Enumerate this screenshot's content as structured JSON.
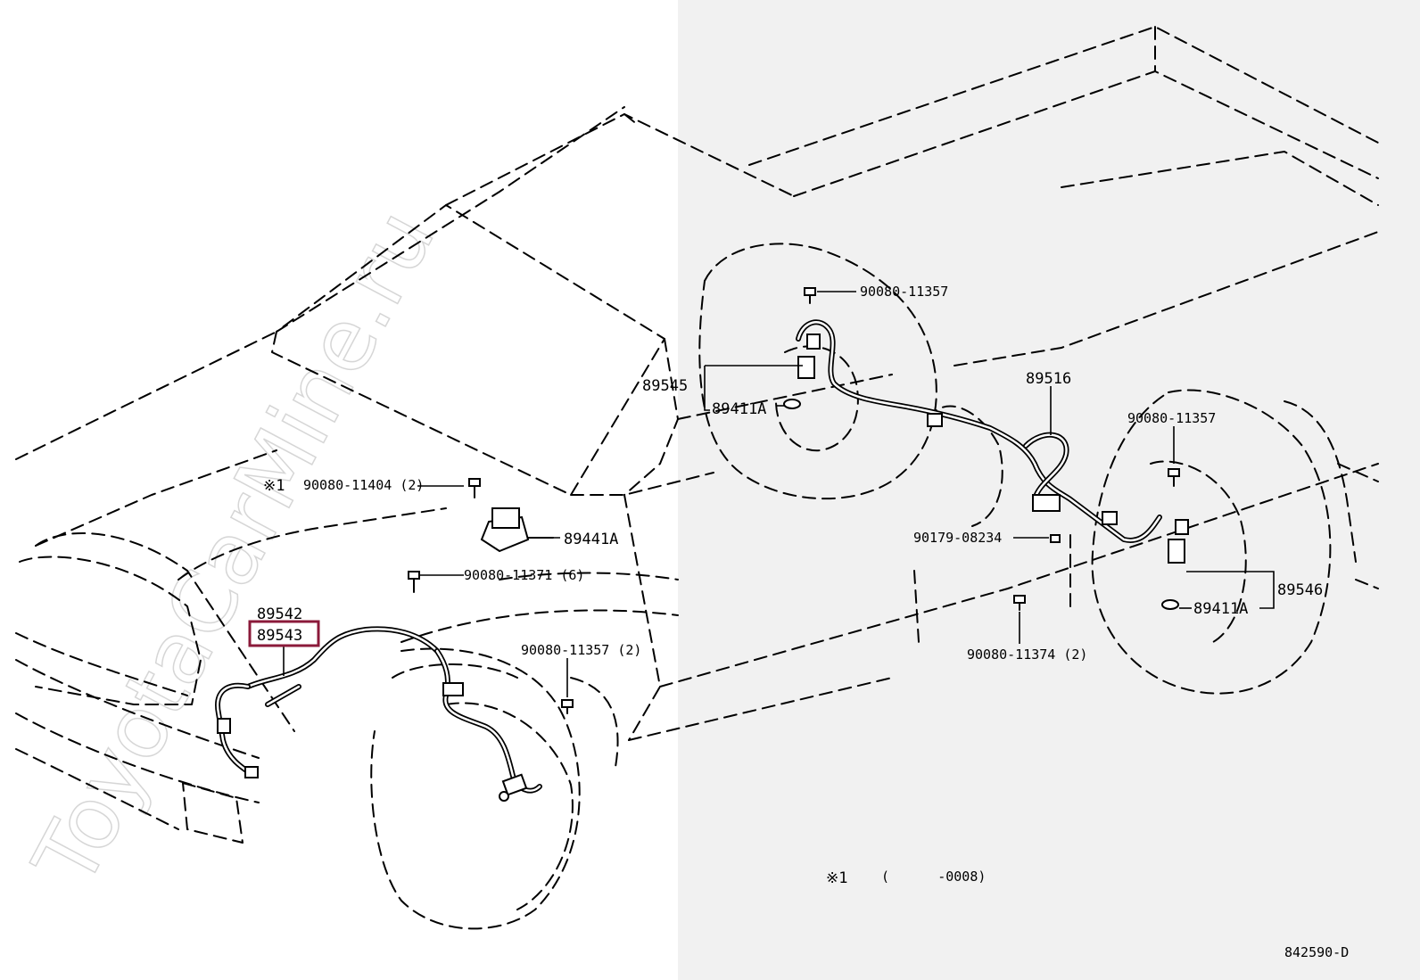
{
  "watermark": "ToyotaCarMine.ru",
  "diagram_code": "842590-D",
  "footnote": {
    "mark": "※1",
    "range": "(      -0008)"
  },
  "highlight": {
    "color": "#8b1a3a"
  },
  "callouts": [
    {
      "id": "p89542",
      "text": "89542"
    },
    {
      "id": "p89543",
      "text": "89543",
      "highlighted": true
    },
    {
      "id": "b90080_11404",
      "prefix": "※1",
      "text": "90080-11404 (2)"
    },
    {
      "id": "p89441A",
      "text": "89441A"
    },
    {
      "id": "b90080_11371",
      "text": "90080-11371 (6)"
    },
    {
      "id": "b90080_11357_front",
      "text": "90080-11357 (2)"
    },
    {
      "id": "b90080_11357_rl",
      "text": "90080-11357"
    },
    {
      "id": "p89545",
      "text": "89545"
    },
    {
      "id": "p89411A_left",
      "text": "89411A"
    },
    {
      "id": "p89516",
      "text": "89516"
    },
    {
      "id": "b90080_11357_rr",
      "text": "90080-11357"
    },
    {
      "id": "b90179_08234",
      "text": "90179-08234"
    },
    {
      "id": "p89546",
      "text": "89546"
    },
    {
      "id": "p89411A_right",
      "text": "89411A"
    },
    {
      "id": "b90080_11374",
      "text": "90080-11374 (2)"
    }
  ]
}
